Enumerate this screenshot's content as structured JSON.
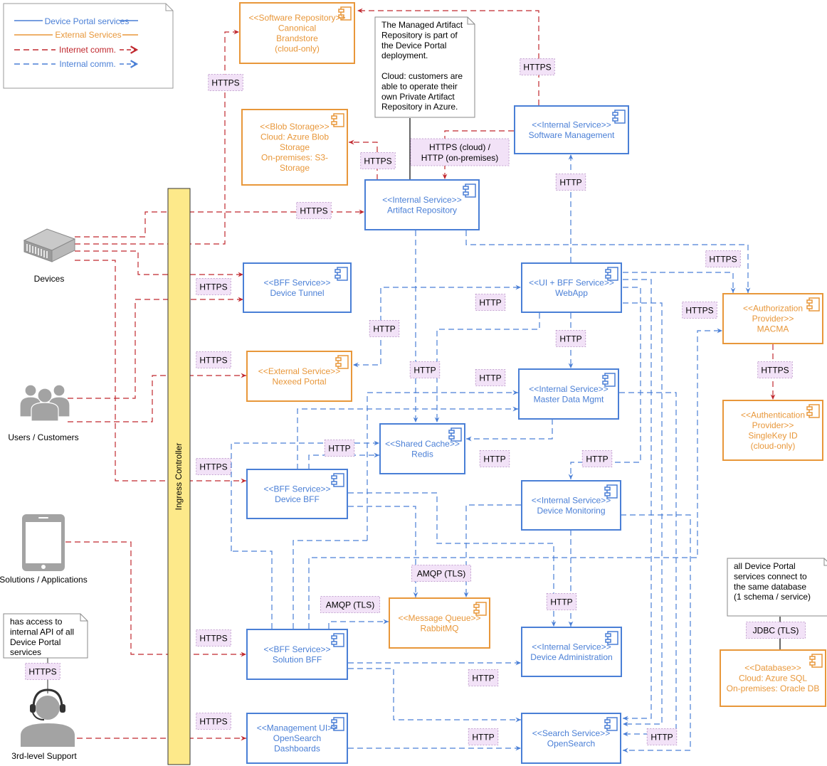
{
  "colors": {
    "blue": "#4a7fd6",
    "orange": "#e8973a",
    "red": "#c0282e",
    "label_bg": "#f2e2f7",
    "ingress_fill": "#fde98a",
    "ingress_stroke": "#333333",
    "actor_gray": "#a3a3a3"
  },
  "legend": {
    "device_portal_services": "Device Portal services",
    "external_services": "External Services",
    "internet_comm": "Internet comm.",
    "internal_comm": "Internal comm."
  },
  "ingress": {
    "label": "Ingress Controller"
  },
  "actors": [
    {
      "id": "devices",
      "label": "Devices",
      "icon": "server-icon"
    },
    {
      "id": "users",
      "label": "Users / Customers",
      "icon": "users-icon"
    },
    {
      "id": "solutions",
      "label": "Solutions / Applications",
      "icon": "tablet-icon"
    },
    {
      "id": "support",
      "label": "3rd-level Support",
      "icon": "headset-user-icon"
    }
  ],
  "components": [
    {
      "id": "sw-repo",
      "kind": "external",
      "lines": [
        "<<Software Repository>>",
        "Canonical",
        "Brandstore",
        "(cloud-only)"
      ]
    },
    {
      "id": "blob",
      "kind": "external",
      "lines": [
        "<<Blob Storage>>",
        "Cloud: Azure Blob",
        "Storage",
        "On-premises: S3-",
        "Storage"
      ]
    },
    {
      "id": "sw-mgmt",
      "kind": "internal",
      "lines": [
        "<<Internal Service>>",
        "Software Management"
      ]
    },
    {
      "id": "artifact",
      "kind": "internal",
      "lines": [
        "<<Internal Service>>",
        "Artifact Repository"
      ]
    },
    {
      "id": "tunnel",
      "kind": "internal",
      "lines": [
        "<<BFF Service>>",
        "Device Tunnel"
      ]
    },
    {
      "id": "webapp",
      "kind": "internal",
      "lines": [
        "<<UI + BFF Service>>",
        "WebApp"
      ]
    },
    {
      "id": "auth",
      "kind": "external",
      "lines": [
        "<<Authorization",
        "Provider>>",
        "MACMA"
      ]
    },
    {
      "id": "authn",
      "kind": "external",
      "lines": [
        "<<Authentication",
        "Provider>>",
        "SingleKey ID",
        "(cloud-only)"
      ]
    },
    {
      "id": "nexeed",
      "kind": "external",
      "lines": [
        "<<External Service>>",
        "Nexeed Portal"
      ]
    },
    {
      "id": "mdm",
      "kind": "internal",
      "lines": [
        "<<Internal Service>>",
        "Master Data Mgmt"
      ]
    },
    {
      "id": "redis",
      "kind": "internal",
      "lines": [
        "<<Shared Cache>>",
        "Redis"
      ]
    },
    {
      "id": "device-bff",
      "kind": "internal",
      "lines": [
        "<<BFF Service>>",
        "Device BFF"
      ]
    },
    {
      "id": "monitoring",
      "kind": "internal",
      "lines": [
        "<<Internal Service>>",
        "Device Monitoring"
      ]
    },
    {
      "id": "mq",
      "kind": "external",
      "lines": [
        "<<Message Queue>>",
        "RabbitMQ"
      ]
    },
    {
      "id": "solution-bff",
      "kind": "internal",
      "lines": [
        "<<BFF Service>>",
        "Solution BFF"
      ]
    },
    {
      "id": "admin",
      "kind": "internal",
      "lines": [
        "<<Internal Service>>",
        "Device Administration"
      ]
    },
    {
      "id": "db",
      "kind": "external",
      "lines": [
        "<<Database>>",
        "Cloud: Azure SQL",
        "On-premises: Oracle DB"
      ]
    },
    {
      "id": "mgmt-ui",
      "kind": "internal",
      "lines": [
        "<<Management UI>>",
        "OpenSearch",
        "Dashboards"
      ]
    },
    {
      "id": "search",
      "kind": "internal",
      "lines": [
        "<<Search Service>>",
        "OpenSearch"
      ]
    }
  ],
  "notes": [
    {
      "id": "artifact-note",
      "lines": [
        "The Managed Artifact",
        "Repository is part of",
        "the Device Portal",
        "deployment.",
        "",
        "Cloud: customers are",
        "able to operate their",
        "own Private Artifact",
        "Repository in Azure."
      ]
    },
    {
      "id": "db-note",
      "lines": [
        "all Device Portal",
        "services connect to",
        "the same database",
        "(1 schema / service)"
      ]
    },
    {
      "id": "support-note",
      "lines": [
        "has access to",
        "internal API of all",
        "Device Portal",
        "services"
      ]
    }
  ],
  "labels": [
    {
      "id": "l-swrepo",
      "lines": [
        "HTTPS"
      ]
    },
    {
      "id": "l-swmgmt-top",
      "lines": [
        "HTTPS"
      ]
    },
    {
      "id": "l-blob",
      "lines": [
        "HTTPS"
      ]
    },
    {
      "id": "l-artifact-swmgmt",
      "lines": [
        "HTTPS (cloud) /",
        "HTTP (on-premises)"
      ]
    },
    {
      "id": "l-webapp-swmgmt",
      "lines": [
        "HTTP"
      ]
    },
    {
      "id": "l-dev-artifact",
      "lines": [
        "HTTPS"
      ]
    },
    {
      "id": "l-auth-left",
      "lines": [
        "HTTPS"
      ]
    },
    {
      "id": "l-auth-webapp",
      "lines": [
        "HTTPS"
      ]
    },
    {
      "id": "l-tunnel",
      "lines": [
        "HTTPS"
      ]
    },
    {
      "id": "l-webapp-tunnel",
      "lines": [
        "HTTP"
      ]
    },
    {
      "id": "l-webapp-mdm",
      "lines": [
        "HTTP"
      ]
    },
    {
      "id": "l-nexeed-http",
      "lines": [
        "HTTP"
      ]
    },
    {
      "id": "l-auth-authn",
      "lines": [
        "HTTPS"
      ]
    },
    {
      "id": "l-nexeed",
      "lines": [
        "HTTPS"
      ]
    },
    {
      "id": "l-redis",
      "lines": [
        "HTTP"
      ]
    },
    {
      "id": "l-mdm-left",
      "lines": [
        "HTTP"
      ]
    },
    {
      "id": "l-devicebff-redis",
      "lines": [
        "HTTP"
      ]
    },
    {
      "id": "l-devicebff",
      "lines": [
        "HTTPS"
      ]
    },
    {
      "id": "l-redis-right",
      "lines": [
        "HTTP"
      ]
    },
    {
      "id": "l-monitoring",
      "lines": [
        "HTTP"
      ]
    },
    {
      "id": "l-amqp-top",
      "lines": [
        "AMQP (TLS)"
      ]
    },
    {
      "id": "l-amqp-left",
      "lines": [
        "AMQP (TLS)"
      ]
    },
    {
      "id": "l-admin",
      "lines": [
        "HTTP"
      ]
    },
    {
      "id": "l-jdbc",
      "lines": [
        "JDBC (TLS)"
      ]
    },
    {
      "id": "l-solution-bff",
      "lines": [
        "HTTPS"
      ]
    },
    {
      "id": "l-support",
      "lines": [
        "HTTPS"
      ]
    },
    {
      "id": "l-admin-bottom",
      "lines": [
        "HTTP"
      ]
    },
    {
      "id": "l-mgmt-ui",
      "lines": [
        "HTTPS"
      ]
    },
    {
      "id": "l-search",
      "lines": [
        "HTTP"
      ]
    },
    {
      "id": "l-search-right",
      "lines": [
        "HTTP"
      ]
    }
  ]
}
